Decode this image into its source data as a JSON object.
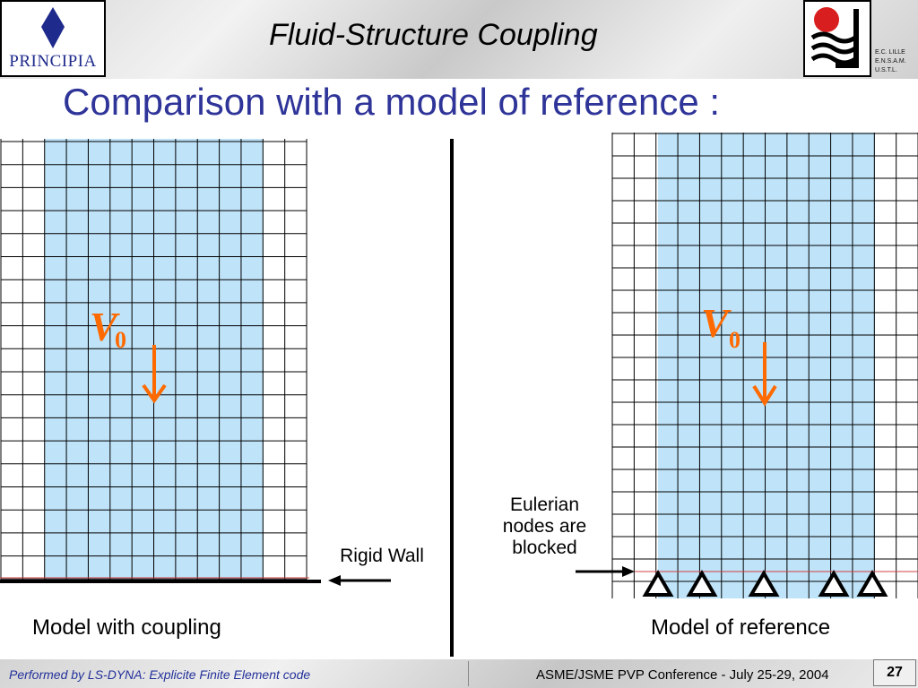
{
  "header": {
    "title": "Fluid-Structure Coupling",
    "logo_left_text": "PRINCIPIA",
    "logo_right_text_lines": [
      "E.C. LILLE",
      "E.N.S.A.M.",
      "U.S.T.L."
    ]
  },
  "slide": {
    "title": "Comparison with a model of reference :"
  },
  "left_panel": {
    "velocity_symbol": "V",
    "velocity_subscript": "0",
    "wall_label": "Rigid Wall",
    "caption": "Model with coupling"
  },
  "right_panel": {
    "velocity_symbol": "V",
    "velocity_subscript": "0",
    "blocked_label_lines": [
      "Eulerian",
      "nodes are",
      "blocked"
    ],
    "caption": "Model of reference"
  },
  "footer": {
    "left_text": "Performed by LS-DYNA: Explicite Finite Element code",
    "right_text": "ASME/JSME PVP Conference - July 25-29, 2004",
    "page_number": "27"
  },
  "colors": {
    "fluid_fill": "#bfe3f8",
    "velocity_orange": "#ff6a00",
    "title_blue": "#2f3499",
    "footer_blue": "#23319a"
  }
}
